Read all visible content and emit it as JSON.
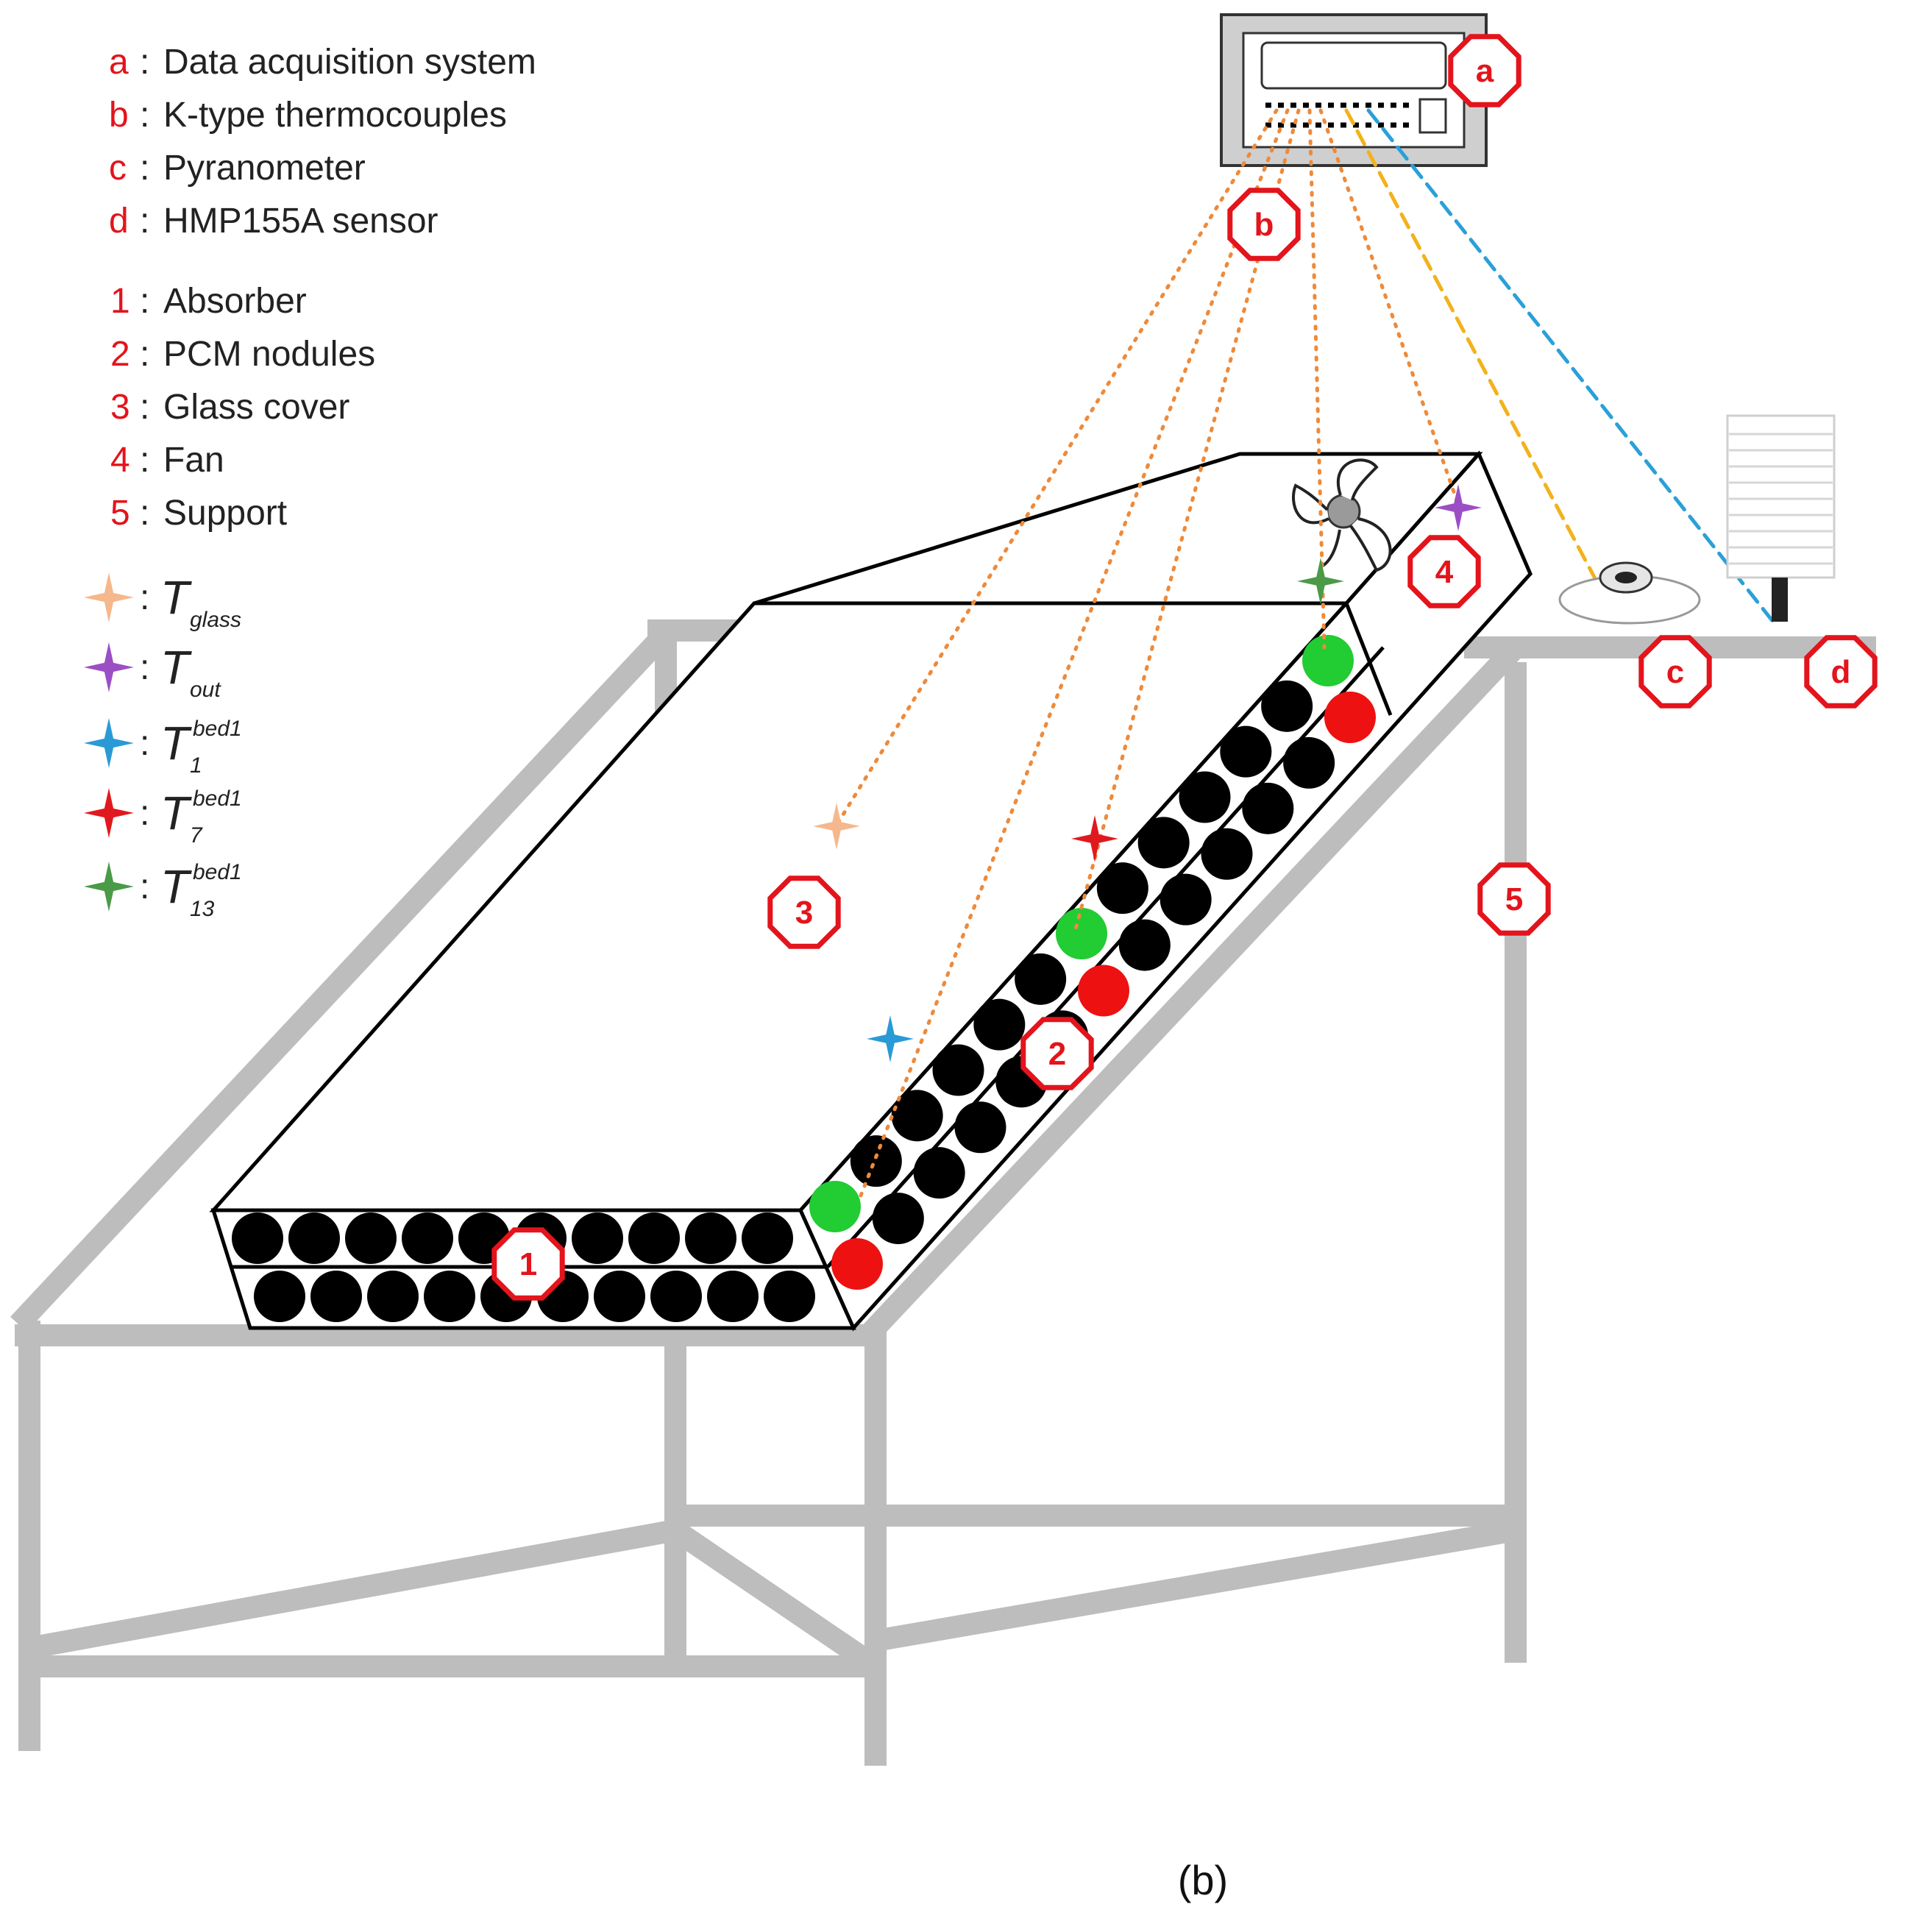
{
  "legend_letters": [
    {
      "key": "a",
      "label": "Data acquisition system"
    },
    {
      "key": "b",
      "label": "K-type thermocouples"
    },
    {
      "key": "c",
      "label": "Pyranometer"
    },
    {
      "key": "d",
      "label": "HMP155A sensor"
    }
  ],
  "legend_numbers": [
    {
      "key": "1",
      "label": "Absorber"
    },
    {
      "key": "2",
      "label": "PCM nodules"
    },
    {
      "key": "3",
      "label": "Glass cover"
    },
    {
      "key": "4",
      "label": "Fan"
    },
    {
      "key": "5",
      "label": "Support"
    }
  ],
  "separator": ":",
  "temperature_legend": [
    {
      "symbol": "T",
      "sub": "glass",
      "sup": "",
      "color": "#f5b88c"
    },
    {
      "symbol": "T",
      "sub": "out",
      "sup": "",
      "color": "#9b4fc4"
    },
    {
      "symbol": "T",
      "sub": "1",
      "sup": "bed1",
      "color": "#2a9ad6"
    },
    {
      "symbol": "T",
      "sub": "7",
      "sup": "bed1",
      "color": "#e0191f"
    },
    {
      "symbol": "T",
      "sub": "13",
      "sup": "bed1",
      "color": "#4a9a48"
    }
  ],
  "markers": {
    "a": "a",
    "b": "b",
    "c": "c",
    "d": "d",
    "1": "1",
    "2": "2",
    "3": "3",
    "4": "4",
    "5": "5"
  },
  "caption": "(b)",
  "colors": {
    "marker_red": "#e3141c",
    "frame_gray": "#b9b9b9",
    "thermocouple_wire": "#ee8a3a",
    "pyranometer_wire": "#f2b21b",
    "sensor_wire": "#2aa0d8",
    "nodule": "#000000",
    "nodule_green": "#22cc33",
    "nodule_red": "#ee1111"
  }
}
